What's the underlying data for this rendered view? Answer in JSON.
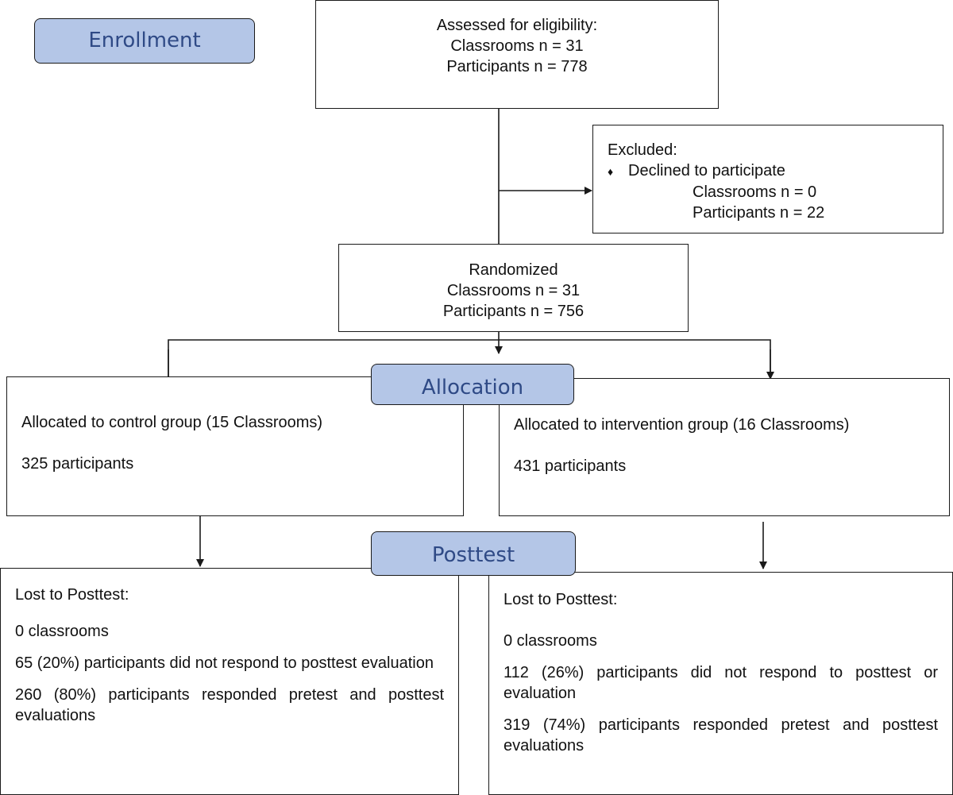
{
  "enrollment": {
    "stage_label": "Enrollment",
    "assessed": {
      "title": "Assessed for eligibility:",
      "classrooms": "Classrooms n = 31",
      "participants": "Participants n = 778"
    },
    "excluded": {
      "title": "Excluded:",
      "bullet_glyph": "♦",
      "reason": "Declined to participate",
      "classrooms": "Classrooms n = 0",
      "participants": "Participants n = 22"
    },
    "randomized": {
      "title": "Randomized",
      "classrooms": "Classrooms n = 31",
      "participants": "Participants n = 756"
    }
  },
  "allocation": {
    "stage_label": "Allocation",
    "control": {
      "title": "Allocated to control group (15 Classrooms)",
      "participants": "325 participants"
    },
    "intervention": {
      "title": "Allocated to intervention group (16 Classrooms)",
      "participants": "431 participants"
    }
  },
  "posttest": {
    "stage_label": "Posttest",
    "control": {
      "title": "Lost to Posttest:",
      "classrooms": "0 classrooms",
      "nonresponse": "65 (20%) participants did not respond to posttest evaluation",
      "responded": "260 (80%) participants responded pretest and posttest evaluations"
    },
    "intervention": {
      "title": "Lost to Posttest:",
      "classrooms": "0 classrooms",
      "nonresponse": "112 (26%) participants did not respond to posttest or evaluation",
      "responded": "319 (74%) participants responded pretest and posttest evaluations"
    }
  },
  "colors": {
    "stage_fill": "#b4c6e7",
    "stage_text": "#2f4a86",
    "line": "#1a1a1a"
  }
}
